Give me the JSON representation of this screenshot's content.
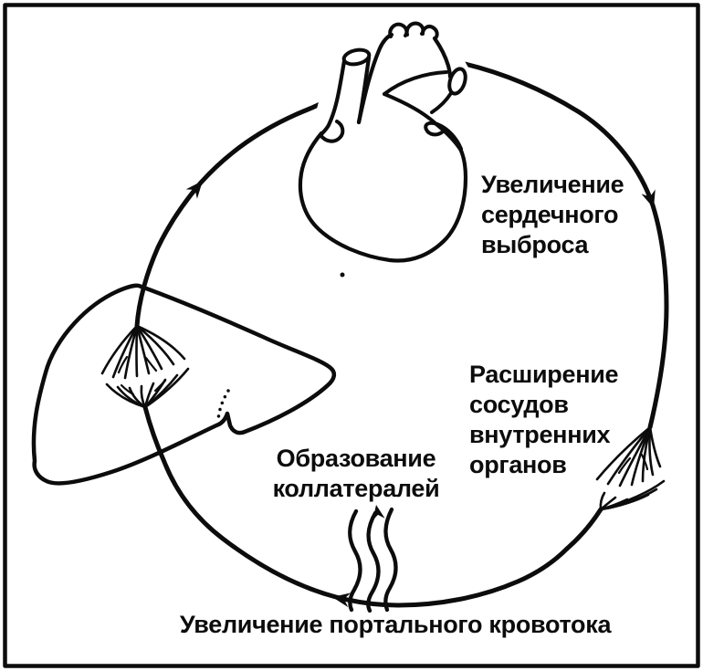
{
  "figure": {
    "kind": "cycle-diagram",
    "labels": {
      "cardiac_output": "Увеличение\nсердечного\nвыброса",
      "vasodilation": "Расширение\nсосудов\nвнутренних\nорганов",
      "collaterals": "Образование\nколлатералей",
      "portal_flow": "Увеличение портального кровотока"
    },
    "colors": {
      "ink": "#0c0c0c",
      "paper": "#ffffff"
    }
  }
}
